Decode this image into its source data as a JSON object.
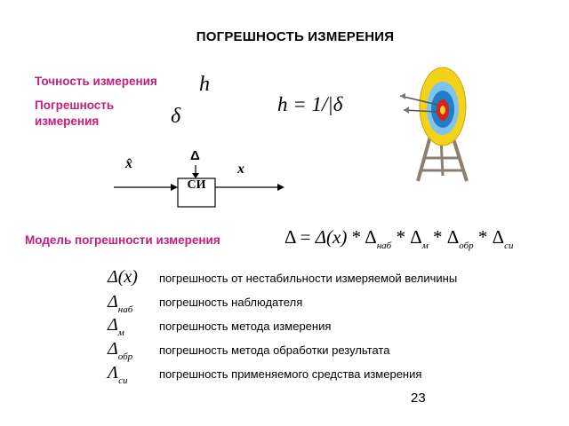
{
  "title": "ПОГРЕШНОСТЬ ИЗМЕРЕНИЯ",
  "accuracy_label": "Точность измерения",
  "error_label_line1": "Погрешность",
  "error_label_line2": "измерения",
  "accuracy_symbol": "h",
  "error_symbol": "δ",
  "formula_h": {
    "lhs": "h",
    "eq": " = 1/",
    "rhs": "|δ"
  },
  "diagram": {
    "input": "x̂",
    "delta": "Δ",
    "output": "x",
    "box": "СИ"
  },
  "model_label": "Модель погрешности измерения",
  "model_formula": {
    "delta": "Δ",
    "eq": " = ",
    "term1": "Δ(x)",
    "op": " * ",
    "term2_main": "Δ",
    "term2_sub": "наб",
    "term3_main": "Δ",
    "term3_sub": "м",
    "term4_main": "Δ",
    "term4_sub": "обр",
    "term5_main": "Δ",
    "term5_sub": "си"
  },
  "definitions": [
    {
      "symbol": "Δ(x)",
      "sub": "",
      "text": "погрешность от нестабильности измеряемой величины"
    },
    {
      "symbol": "Δ",
      "sub": "наб",
      "text": "погрешность наблюдателя"
    },
    {
      "symbol": "Δ",
      "sub": "м",
      "text": "погрешность метода измерения"
    },
    {
      "symbol": "Δ",
      "sub": "обр",
      "text": "погрешность метода обработки результата"
    },
    {
      "symbol": "Λ",
      "sub": "си",
      "text": "погрешность применяемого средства измерения"
    }
  ],
  "page_number": "23",
  "colors": {
    "accent": "#c2207a",
    "target_yellow": "#f2d21a",
    "target_blue": "#1f7fc9",
    "target_red": "#d8231f",
    "stand_brown": "#8a7f73"
  }
}
